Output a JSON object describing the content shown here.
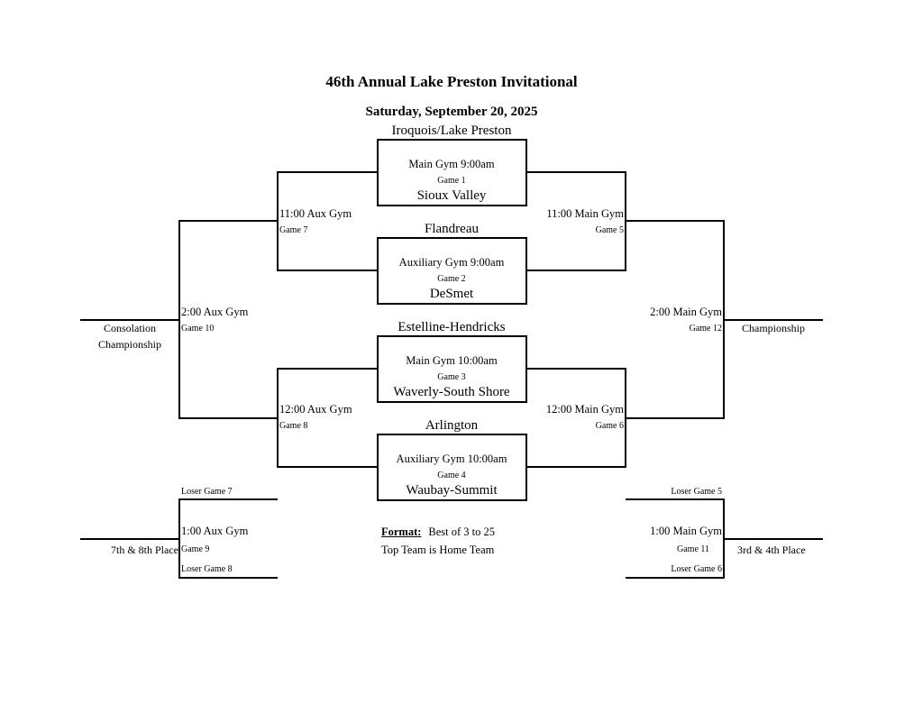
{
  "title": "46th Annual Lake Preston Invitational",
  "date": "Saturday, September 20, 2025",
  "first_round": [
    {
      "top_team": "Iroquois/Lake Preston",
      "slot": "Main Gym 9:00am",
      "game": "Game 1",
      "bottom_team": "Sioux Valley"
    },
    {
      "top_team": "Flandreau",
      "slot": "Auxiliary Gym 9:00am",
      "game": "Game 2",
      "bottom_team": "DeSmet"
    },
    {
      "top_team": "Estelline-Hendricks",
      "slot": "Main Gym 10:00am",
      "game": "Game 3",
      "bottom_team": "Waverly-South Shore"
    },
    {
      "top_team": "Arlington",
      "slot": "Auxiliary Gym 10:00am",
      "game": "Game 4",
      "bottom_team": "Waubay-Summit"
    }
  ],
  "consolation_side": {
    "game7": {
      "slot": "11:00 Aux Gym",
      "game": "Game 7"
    },
    "game8": {
      "slot": "12:00 Aux Gym",
      "game": "Game 8"
    },
    "game10": {
      "slot": "2:00 Aux Gym",
      "game": "Game 10",
      "result_line1": "Consolation",
      "result_line2": "Championship"
    },
    "game9": {
      "slot": "1:00 Aux Gym",
      "game": "Game 9",
      "top_feed": "Loser Game 7",
      "bottom_feed": "Loser Game 8",
      "result": "7th & 8th Place"
    }
  },
  "championship_side": {
    "game5": {
      "slot": "11:00 Main Gym",
      "game": "Game 5"
    },
    "game6": {
      "slot": "12:00 Main Gym",
      "game": "Game 6"
    },
    "game12": {
      "slot": "2:00 Main Gym",
      "game": "Game 12",
      "result": "Championship"
    },
    "game11": {
      "slot": "1:00 Main Gym",
      "game": "Game 11",
      "top_feed": "Loser Game 5",
      "bottom_feed": "Loser Game 6",
      "result": "3rd & 4th Place"
    }
  },
  "notes": {
    "format_label": "Format:",
    "format_value": "Best of 3 to 25",
    "home_note": "Top Team is Home Team"
  }
}
